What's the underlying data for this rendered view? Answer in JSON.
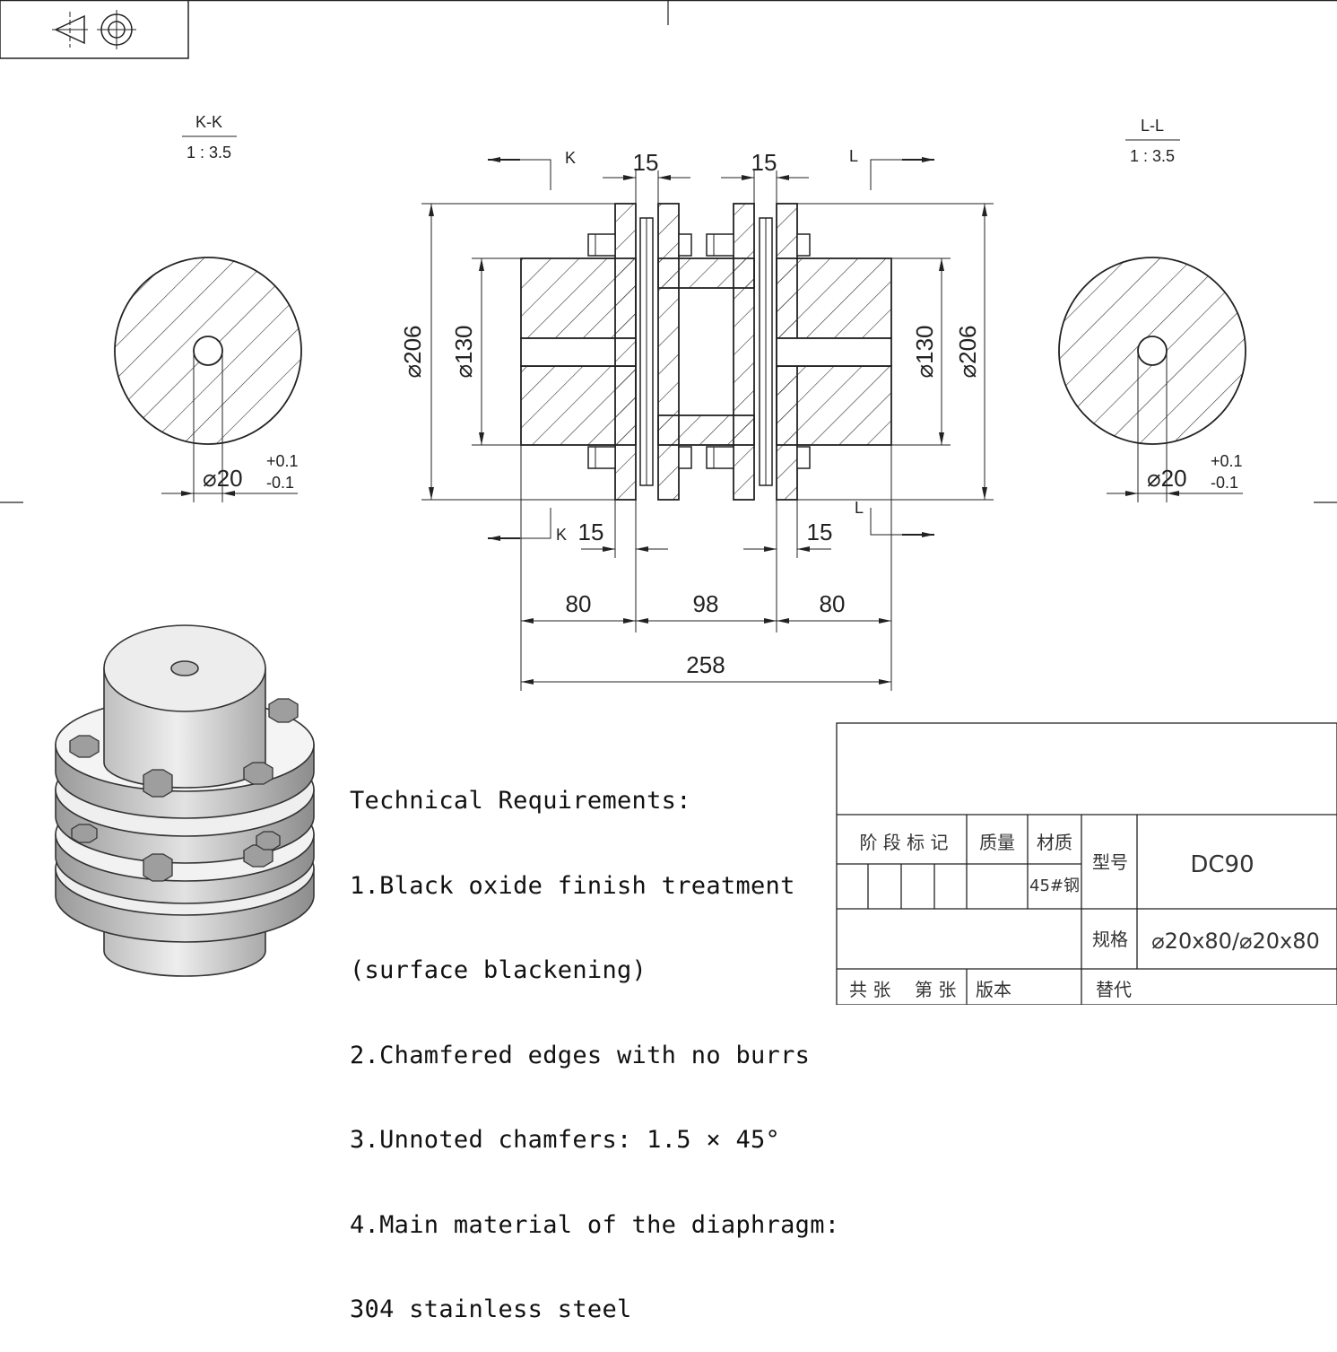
{
  "sections": {
    "left": {
      "title": "K-K",
      "scale": "1 : 3.5",
      "bore_dim": "⌀20",
      "tol_upper": "+0.1",
      "tol_lower": "-0.1"
    },
    "right": {
      "title": "L-L",
      "scale": "1 : 3.5",
      "bore_dim": "⌀20",
      "tol_upper": "+0.1",
      "tol_lower": "-0.1"
    }
  },
  "main_view": {
    "cut_label_left": "K",
    "cut_label_right": "L",
    "dim_top_left": "15",
    "dim_top_right": "15",
    "dim_bottom_left": "15",
    "dim_bottom_right": "15",
    "outer_dia_left": "⌀206",
    "hub_dia_left": "⌀130",
    "hub_dia_right": "⌀130",
    "outer_dia_right": "⌀206",
    "len_hub_left": "80",
    "len_mid": "98",
    "len_hub_right": "80",
    "len_total": "258"
  },
  "tech_requirements": {
    "lines": [
      "Technical Requirements:",
      "1.Black oxide finish treatment",
      "(surface blackening)",
      "2.Chamfered edges with no burrs",
      "3.Unnoted chamfers: 1.5 × 45°",
      "4.Main material of the diaphragm:",
      "304 stainless steel"
    ]
  },
  "title_block": {
    "stage_mark": "阶 段 标 记",
    "weight": "质量",
    "material": "材质",
    "material_value": "45#钢",
    "model_label": "型号",
    "model_value": "DC90",
    "spec_label": "规格",
    "spec_value": "⌀20x80/⌀20x80",
    "total_sheets": "共 张",
    "sheet_no": "第 张",
    "version": "版本",
    "replace": "替代"
  }
}
